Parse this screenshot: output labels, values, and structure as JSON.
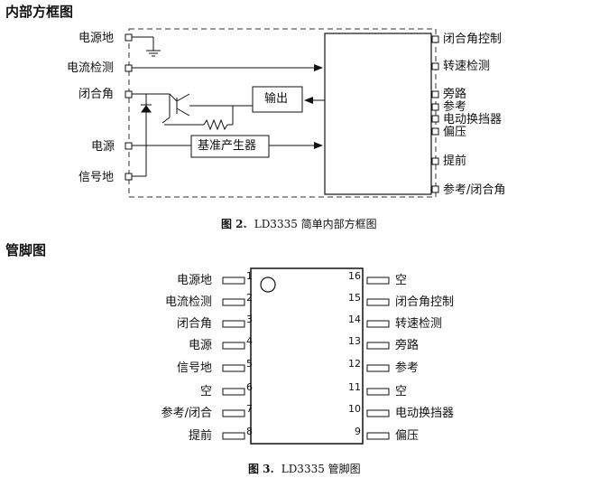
{
  "sections": {
    "block_heading": "内部方框图",
    "pin_heading": "管脚图"
  },
  "block_diagram": {
    "left_pins": [
      "电源地",
      "电流检测",
      "闭合角",
      "电源",
      "信号地"
    ],
    "right_pins": [
      "闭合角控制",
      "转速检测",
      "旁路",
      "参考",
      "电动换挡器",
      "偏压",
      "提前",
      "参考/闭合角"
    ],
    "output_block": "输出",
    "reference_block": "基准产生器",
    "caption_num": "图 2.",
    "caption_text": "LD3335 简单内部方框图"
  },
  "pinout": {
    "left": [
      {
        "num": "1",
        "name": "电源地"
      },
      {
        "num": "2",
        "name": "电流检测"
      },
      {
        "num": "3",
        "name": "闭合角"
      },
      {
        "num": "4",
        "name": "电源"
      },
      {
        "num": "5",
        "name": "信号地"
      },
      {
        "num": "6",
        "name": "空"
      },
      {
        "num": "7",
        "name": "参考/闭合"
      },
      {
        "num": "8",
        "name": "提前"
      }
    ],
    "right": [
      {
        "num": "16",
        "name": "空"
      },
      {
        "num": "15",
        "name": "闭合角控制"
      },
      {
        "num": "14",
        "name": "转速检测"
      },
      {
        "num": "13",
        "name": "旁路"
      },
      {
        "num": "12",
        "name": "参考"
      },
      {
        "num": "11",
        "name": "空"
      },
      {
        "num": "10",
        "name": "电动换挡器"
      },
      {
        "num": "9",
        "name": "偏压"
      }
    ],
    "caption_num": "图 3.",
    "caption_text": "LD3335 管脚图"
  }
}
